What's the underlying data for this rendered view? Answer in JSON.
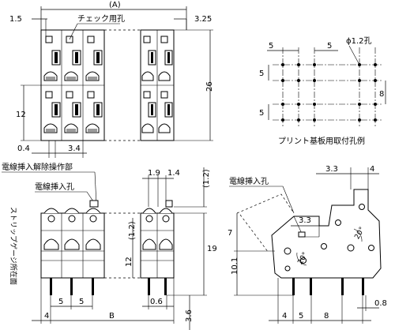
{
  "top_view": {
    "dim_a": "(A)",
    "dim_1_5": "1.5",
    "dim_3_25": "3.25",
    "check_hole_label": "チェック用孔",
    "dim_26": "26",
    "dim_12": "12",
    "dim_0_4": "0.4",
    "dim_3_4": "3.4"
  },
  "pcb_layout": {
    "dim_5_left": "5",
    "dim_5_right": "5",
    "hole_dia": "ϕ1.2孔",
    "dim_5_v1": "5",
    "dim_5_v2": "5",
    "dim_8": "8",
    "caption": "プリント基板用取付孔例"
  },
  "front_view": {
    "release_label": "電線挿入解除操作部",
    "insert_label": "電線挿入孔",
    "strip_gauge_label": "ストリップゲージ所在面",
    "dim_1_9": "1.9",
    "dim_1_4": "1.4",
    "dim_1_2_top": "(1.2)",
    "dim_1_2_mid": "(1.2)",
    "dim_12": "12",
    "dim_19": "19",
    "dim_4": "4",
    "dim_5a": "5",
    "dim_5b": "5",
    "dim_b": "B",
    "dim_0_6": "0.6",
    "dim_3_6": "3.6"
  },
  "side_view": {
    "insert_label": "電線挿入孔",
    "dim_3_3_top": "3.3",
    "dim_4_top": "4",
    "dim_3_3_mid": "3.3",
    "dim_7": "7",
    "dim_10_1": "10.1",
    "angle_20a": "20°",
    "angle_20b": "20°",
    "dim_4_bottom": "4",
    "dim_5_bottom": "5",
    "dim_8_bottom": "8",
    "dim_0_8": "0.8"
  }
}
